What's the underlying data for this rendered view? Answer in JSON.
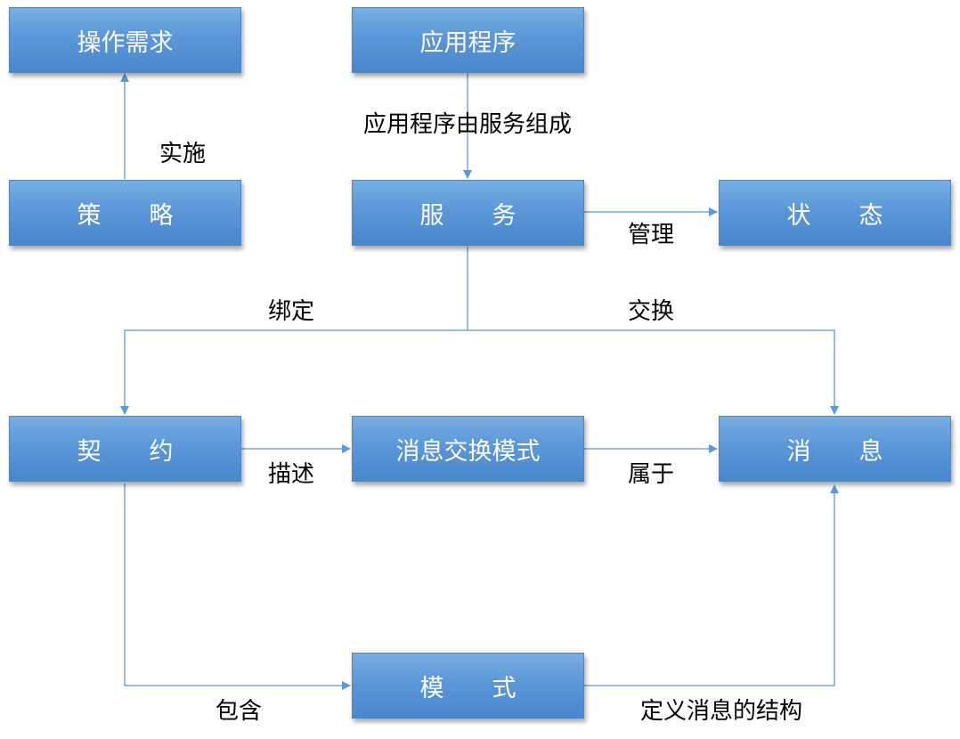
{
  "nodes": {
    "operation_req": "操作需求",
    "application": "应用程序",
    "policy": "策　　略",
    "service": "服　　务",
    "state": "状　　态",
    "contract": "契　　约",
    "mep": "消息交换模式",
    "message": "消　　息",
    "schema": "模　　式"
  },
  "edges": {
    "implements": "实施",
    "composed_of": "应用程序由服务组成",
    "manages": "管理",
    "binds": "绑定",
    "exchanges": "交换",
    "describes": "描述",
    "belongs_to": "属于",
    "contains": "包含",
    "defines_structure": "定义消息的结构"
  },
  "colors": {
    "box_fill": "#5b97d8",
    "box_border": "#4f86c2",
    "line": "#5b9bd5",
    "text_on_box": "#ffffff"
  }
}
